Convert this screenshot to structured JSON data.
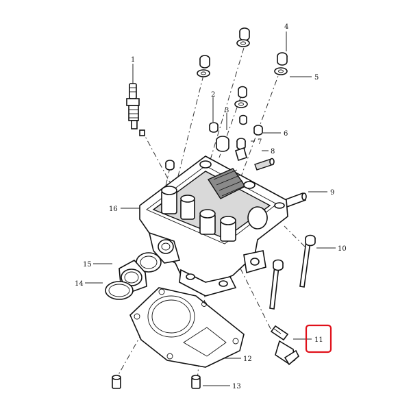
{
  "callouts": [
    {
      "id": "1",
      "label": "1"
    },
    {
      "id": "2",
      "label": "2"
    },
    {
      "id": "3",
      "label": "3"
    },
    {
      "id": "4",
      "label": "4"
    },
    {
      "id": "5",
      "label": "5"
    },
    {
      "id": "6",
      "label": "6"
    },
    {
      "id": "7",
      "label": "7"
    },
    {
      "id": "8",
      "label": "8"
    },
    {
      "id": "9",
      "label": "9"
    },
    {
      "id": "10",
      "label": "10"
    },
    {
      "id": "11",
      "label": "11"
    },
    {
      "id": "12",
      "label": "12"
    },
    {
      "id": "13",
      "label": "13"
    },
    {
      "id": "14",
      "label": "14"
    },
    {
      "id": "15",
      "label": "15"
    },
    {
      "id": "16",
      "label": "16"
    }
  ],
  "highlight": {
    "callout": "11",
    "color": "#e0101a"
  }
}
